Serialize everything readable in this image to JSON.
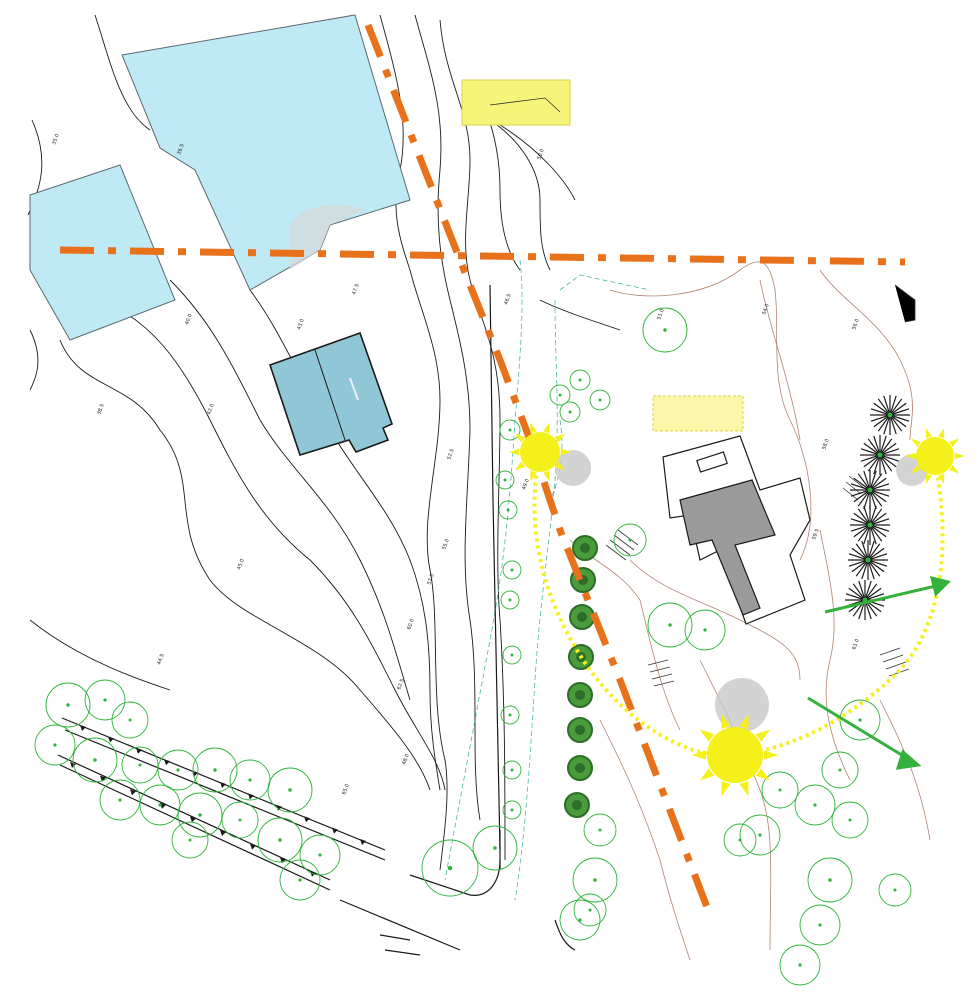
{
  "colors": {
    "background": "#ffffff",
    "building_existing": "#bfe9f4",
    "building_outline": "#5a6a72",
    "building_small": "#8fc7d6",
    "building_planned": "#f7f47a",
    "axis_line": "#e8721c",
    "sun": "#f5ef1a",
    "sun_path": "#f5ef1a",
    "wind_arrow": "#34b13a",
    "tree_outline": "#2fb53b",
    "tree_dark": "#2c6d2a",
    "contour_black": "#1a1a1a",
    "contour_brown": "#b08470",
    "path_dashed": "#4cb6a8"
  },
  "icons": {
    "sun": "sun-icon",
    "tree": "tree-icon",
    "dark_tree": "dark-tree-icon",
    "palm": "palm-icon",
    "wind_arrow": "arrow-icon"
  },
  "contour_labels": [
    "35.0",
    "36.5",
    "40.0",
    "38.5",
    "42.0",
    "45.0",
    "44.5",
    "43.0",
    "47.5",
    "50.0",
    "52.5",
    "55.0",
    "57.5",
    "60.0",
    "62.5",
    "65.0",
    "48.0",
    "46.5",
    "49.0",
    "51.0",
    "54.0",
    "56.0",
    "58.0",
    "59.5",
    "61.0"
  ]
}
